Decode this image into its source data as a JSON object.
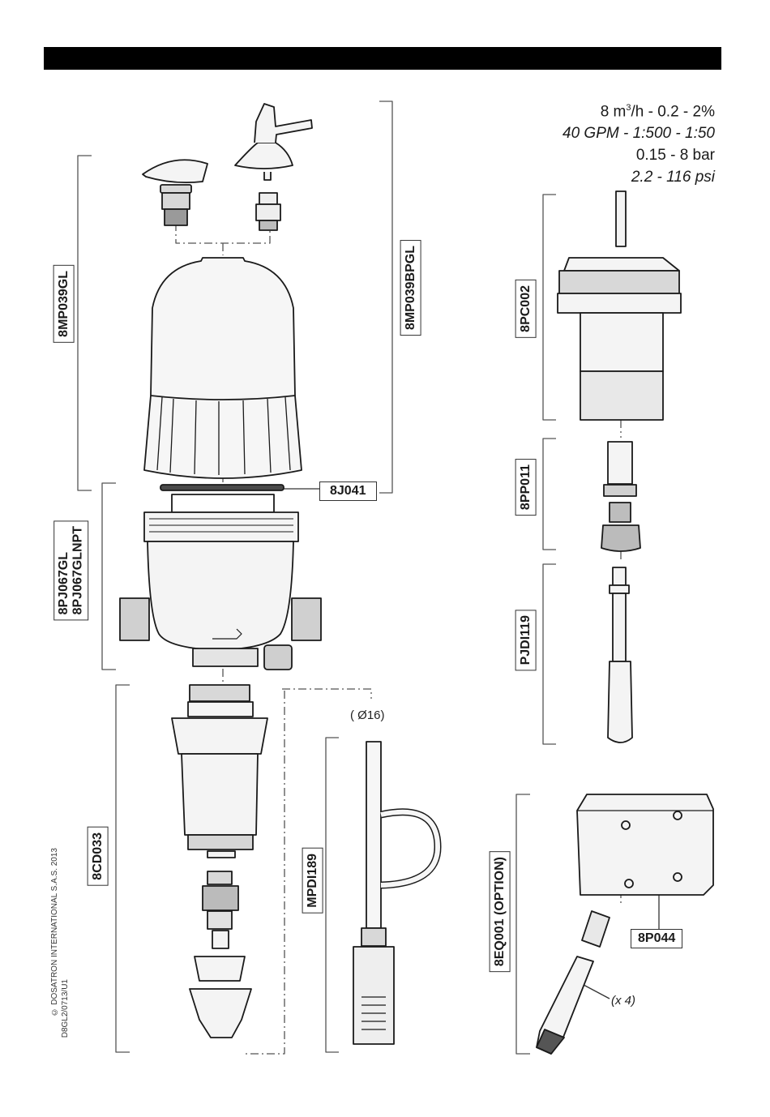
{
  "specs": {
    "line1_prefix": "8 m",
    "line1_sup": "3",
    "line1_suffix": "/h  -  0.2  -  2%",
    "line2": "40 GPM - 1:500  - 1:50",
    "line3": "0.15  -  8 bar",
    "line4": "2.2 - 116 psi"
  },
  "labels": {
    "upper_housing": "8MP039GL",
    "upper_housing_bp": "8MP039BPGL",
    "seal": "8J041",
    "body_line1": "8PJ067GL",
    "body_line2": "8PJ067GLNPT",
    "injection_kit": "8CD033",
    "suction_hose": "MPDI189",
    "hose_diameter": "( Ø16)",
    "piston": "8PC002",
    "plunger": "8PP011",
    "plunger_rod": "PJDI119",
    "bracket_option": "8EQ001 (OPTION)",
    "bracket": "8P044",
    "quantity": "(x 4)"
  },
  "footer": {
    "copyright": "© DOSATRON INTERNATIONAL S.A.S. 2013",
    "doc_ref": "D8GL2/0713/U1"
  },
  "colors": {
    "ink": "#1a1a1a",
    "part_fill": "#f2f2f2",
    "shade": "#bdbdbd",
    "bar": "#000000"
  }
}
